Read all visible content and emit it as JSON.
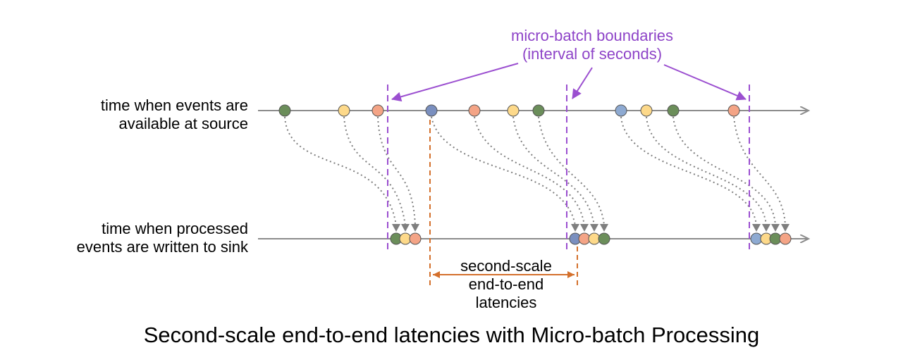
{
  "labels": {
    "source_line_1": "time when events are",
    "source_line_2": "available at source",
    "sink_line_1": "time when processed",
    "sink_line_2": "events are written to sink",
    "boundary_line_1": "micro-batch boundaries",
    "boundary_line_2": "(interval of seconds)",
    "latency_line_1": "second-scale",
    "latency_line_2": "end-to-end",
    "latency_line_3": "latencies",
    "caption": "Second-scale end-to-end latencies with Micro-batch Processing"
  },
  "colors": {
    "axis": "#8c8c8c",
    "boundary": "#9b4fd0",
    "latency": "#d4702c",
    "green": "#6b8e5a",
    "yellow": "#fdd98a",
    "salmon": "#f4a486",
    "blue": "#8eaad2"
  },
  "icons": {
    "event": "circle-event-icon",
    "arrow": "arrowhead-icon"
  }
}
